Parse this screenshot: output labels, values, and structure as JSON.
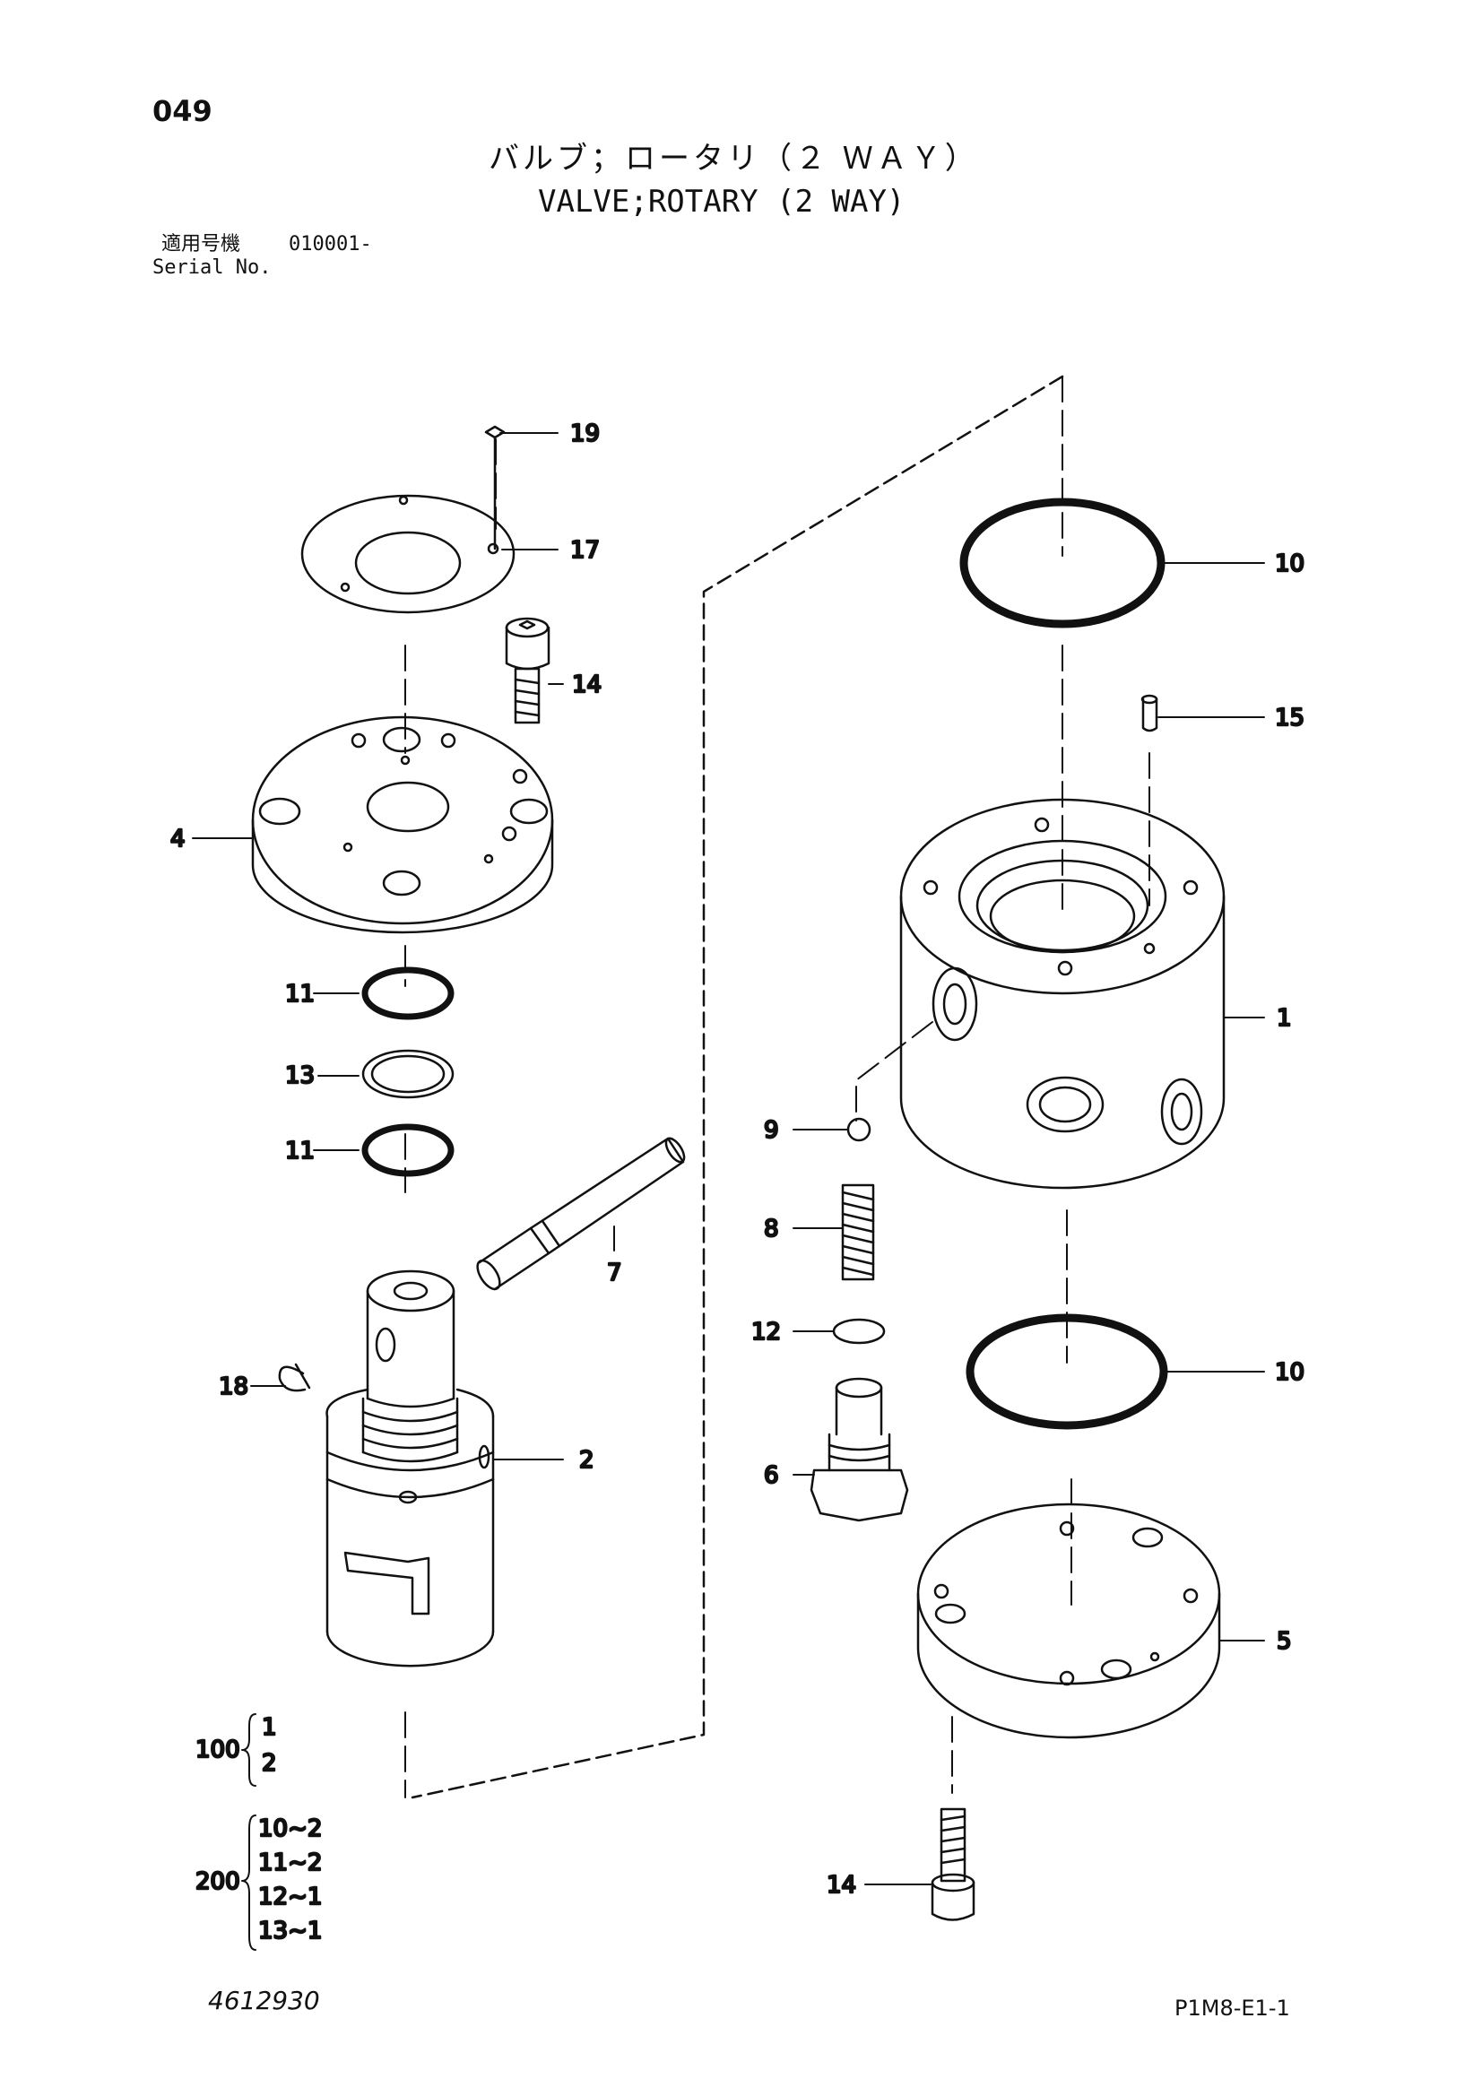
{
  "header": {
    "page_number": "049",
    "title_jp": "バルブ；ロータリ（２ ＷＡＹ）",
    "title_en": "VALVE;ROTARY (2 WAY)",
    "serial_label_jp": "適用号機",
    "serial_value": "010001-",
    "serial_label_en": "Serial No."
  },
  "callouts": {
    "p19": "19",
    "p17": "17",
    "p14_top": "14",
    "p4": "4",
    "p11_a": "11",
    "p13": "13",
    "p11_b": "11",
    "p7": "7",
    "p18": "18",
    "p2": "2",
    "p10_top": "10",
    "p15": "15",
    "p1": "1",
    "p9": "9",
    "p8": "8",
    "p12": "12",
    "p6": "6",
    "p10_bottom": "10",
    "p5": "5",
    "p14_bottom": "14"
  },
  "assemblies": {
    "a100": {
      "label": "100",
      "items": [
        "1",
        "2"
      ]
    },
    "a200": {
      "label": "200",
      "items": [
        "10~2",
        "11~2",
        "12~1",
        "13~1"
      ]
    }
  },
  "footer": {
    "doc_number": "4612930",
    "page_code": "P1M8-E1-1"
  }
}
